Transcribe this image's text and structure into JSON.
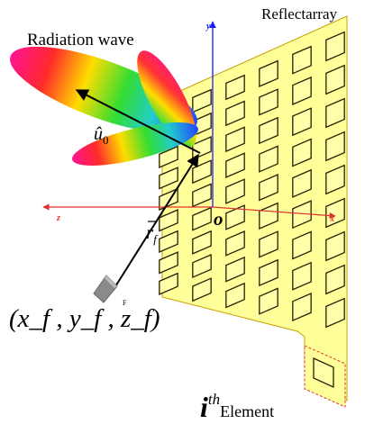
{
  "labels": {
    "radiation_wave": "Radiation wave",
    "reflectarray": "Reflectarray",
    "axis_x": "x",
    "axis_y": "y",
    "axis_z": "z",
    "origin": "o",
    "u_hat": "û",
    "u_sub": "0",
    "r_vec": "r",
    "r_sub": "f",
    "feed": "F",
    "feed_coords": "(x_f , y_f , z_f)",
    "ith": "i",
    "ith_sup": "th",
    "element": "Element"
  },
  "colors": {
    "panel_fill": "#ffff99",
    "panel_stroke": "#c8a000",
    "element_stroke": "#2a1e00",
    "element_box_stroke": "#e03030",
    "x_axis": "#e03030",
    "z_axis": "#e03030",
    "y_axis": "#1a1aff",
    "arrow": "#000000",
    "feed_horn": "#888888"
  },
  "reflectarray_grid": {
    "rows": 9,
    "cols": 6
  }
}
